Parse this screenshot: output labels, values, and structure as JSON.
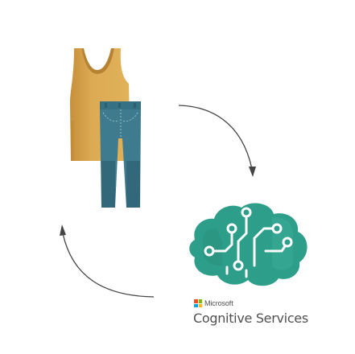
{
  "diagram": {
    "brand": {
      "name": "Microsoft",
      "logo_colors": [
        "#f25022",
        "#7fba00",
        "#00a4ef",
        "#ffb900"
      ]
    },
    "service": {
      "name": "Cognitive Services",
      "icon": "brain-circuit-icon",
      "color": "#2d9e8a"
    },
    "items": [
      {
        "icon": "tank-top-icon",
        "color": "#d8a74e"
      },
      {
        "icon": "jeans-icon",
        "color": "#3f7b8f"
      }
    ],
    "flow": [
      {
        "from": "clothing-items",
        "to": "cognitive-services",
        "icon": "arrow-down-icon"
      },
      {
        "from": "cognitive-services",
        "to": "clothing-items",
        "icon": "arrow-up-icon"
      }
    ]
  }
}
